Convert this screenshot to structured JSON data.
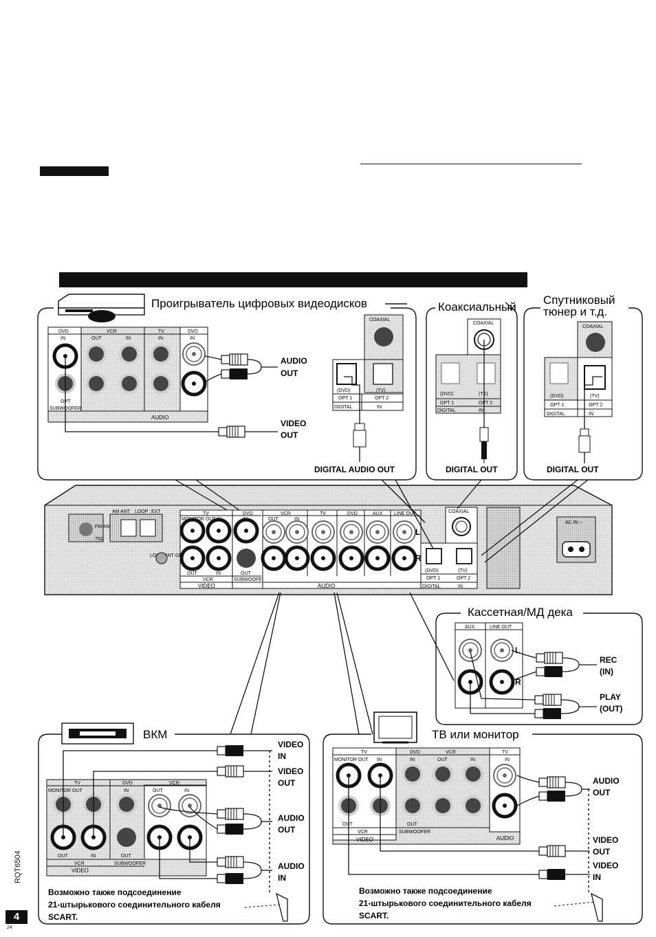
{
  "header": {
    "doc_code": "RQT6504",
    "page_number": "4",
    "footer_small": "24"
  },
  "dvd_player": {
    "title": "Проигрыватель цифровых видеодисков",
    "audio_out": [
      "AUDIO",
      "OUT"
    ],
    "video_out": [
      "VIDEO",
      "OUT"
    ],
    "digital_audio_out": "DIGITAL AUDIO OUT",
    "panel": {
      "dvd": "DVD",
      "in": "IN",
      "vcr": "VCR",
      "out": "OUT",
      "tv": "TV",
      "opt": "OPT",
      "subwoofer": "SUBWOOFER",
      "audio": "AUDIO",
      "coaxial": "COAXIAL",
      "opt1": "OPT 1",
      "opt2": "OPT 2",
      "dvd_paren": "(DVD)",
      "tv_paren": "(TV)",
      "digital": "DIGITAL"
    }
  },
  "coaxial": {
    "title": "Коаксиальный",
    "digital_out": "DIGITAL OUT"
  },
  "satellite": {
    "title_line1": "Спутниковый",
    "title_line2": "тюнер и т.д.",
    "digital_out": "DIGITAL OUT"
  },
  "main_panel": {
    "am_ant": "AM ANT",
    "loop": "LOOP",
    "ext": "EXT",
    "fm_ant": "FM ANT",
    "ohm": "75Ω",
    "loop_ant_gnd": "LOOP ANT GND",
    "monitor_out": "MONITOR OUT",
    "in": "IN",
    "out": "OUT",
    "tv": "TV",
    "dvd": "DVD",
    "vcr": "VCR",
    "aux": "AUX",
    "line_out": "LINE OUT",
    "coaxial": "COAXIAL",
    "subwoofer": "SUBWOOFER",
    "video": "VIDEO",
    "audio": "AUDIO",
    "digital": "DIGITAL",
    "opt1": "OPT 1",
    "opt2": "OPT 2",
    "dvd_paren": "(DVD)",
    "tv_paren": "(TV)",
    "l": "L",
    "r": "R",
    "ac_in": "AC IN ~"
  },
  "cassette": {
    "title": "Кассетная/МД дека",
    "aux": "AUX",
    "line_out": "LINE OUT",
    "l": "L",
    "r": "R",
    "rec": [
      "REC",
      "(IN)"
    ],
    "play": [
      "PLAY",
      "(OUT)"
    ]
  },
  "vcr_box": {
    "title": "ВКМ",
    "video_in": [
      "VIDEO",
      "IN"
    ],
    "video_out": [
      "VIDEO",
      "OUT"
    ],
    "audio_out": [
      "AUDIO",
      "OUT"
    ],
    "audio_in": [
      "AUDIO",
      "IN"
    ],
    "note": [
      "Возможно также подсоединение",
      "21-штырькового соединительного кабеля",
      "SCART."
    ],
    "panel": {
      "tv": "TV",
      "monitor_out": "MONITOR OUT",
      "dvd": "DVD",
      "in": "IN",
      "vcr": "VCR",
      "out": "OUT",
      "subwoofer": "SUBWOOFER",
      "video": "VIDEO"
    }
  },
  "tv_box": {
    "title": "ТВ или монитор",
    "audio_out": [
      "AUDIO",
      "OUT"
    ],
    "video_out": [
      "VIDEO",
      "OUT"
    ],
    "video_in": [
      "VIDEO",
      "IN"
    ],
    "note": [
      "Возможно также подсоединение",
      "21-штырькового соединительного кабеля",
      "SCART."
    ],
    "panel": {
      "tv": "TV",
      "monitor_out": "MONITOR OUT",
      "in": "IN",
      "dvd": "DVD",
      "vcr": "VCR",
      "out": "OUT",
      "subwoofer": "SUBWOOFER",
      "video": "VIDEO",
      "audio": "AUDIO"
    }
  }
}
